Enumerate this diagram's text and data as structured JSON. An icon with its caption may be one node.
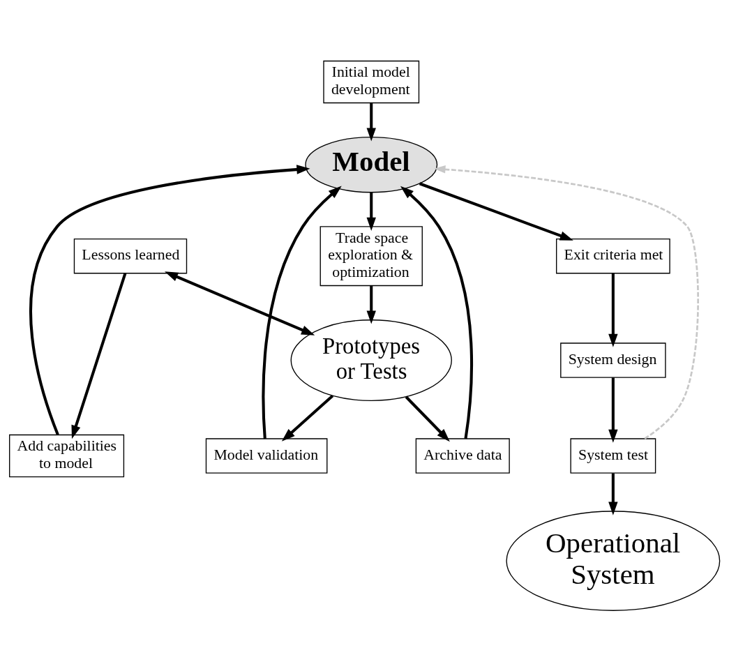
{
  "diagram": {
    "nodes": [
      {
        "text": [
          "Initial model development"
        ]
      },
      {
        "text": [
          "Add capabilities to model"
        ]
      },
      {
        "text": [
          "Lessons learned"
        ]
      },
      {
        "text": [
          "Model"
        ]
      },
      {
        "text": [
          "Model validation"
        ]
      },
      {
        "text": [
          "Prototypes or Tests"
        ]
      },
      {
        "text": [
          "Archive data"
        ]
      },
      {
        "text": [
          "Exit criteria met"
        ]
      },
      {
        "text": [
          "System design"
        ]
      },
      {
        "text": [
          "System test"
        ]
      },
      {
        "text": [
          "Trade space exploration & optimization"
        ]
      },
      {
        "text": [
          "Operational System"
        ]
      }
    ],
    "edges": [
      {
        "from": 0,
        "to": 3,
        "arrow": "to"
      },
      {
        "from": 1,
        "to": 3,
        "arrow": "to"
      },
      {
        "from": 2,
        "to": 1,
        "arrow": "to"
      },
      {
        "from": 2,
        "to": 5,
        "arrow": "both"
      },
      {
        "from": 4,
        "to": 3,
        "arrow": "to"
      },
      {
        "from": 5,
        "to": 4,
        "arrow": "to"
      },
      {
        "from": 5,
        "to": 6,
        "arrow": "to"
      },
      {
        "from": 6,
        "to": 3,
        "arrow": "to"
      },
      {
        "from": 3,
        "to": 7,
        "arrow": "to"
      },
      {
        "from": 7,
        "to": 8,
        "arrow": "to"
      },
      {
        "from": 8,
        "to": 9,
        "arrow": "to"
      },
      {
        "from": 9,
        "to": 3,
        "arrow": "to",
        "style": "dashed",
        "color": "#c8c8c8"
      },
      {
        "from": 9,
        "to": 11,
        "arrow": "to"
      },
      {
        "from": 3,
        "to": 10,
        "arrow": "to"
      },
      {
        "from": 10,
        "to": 5,
        "arrow": "to"
      }
    ]
  }
}
